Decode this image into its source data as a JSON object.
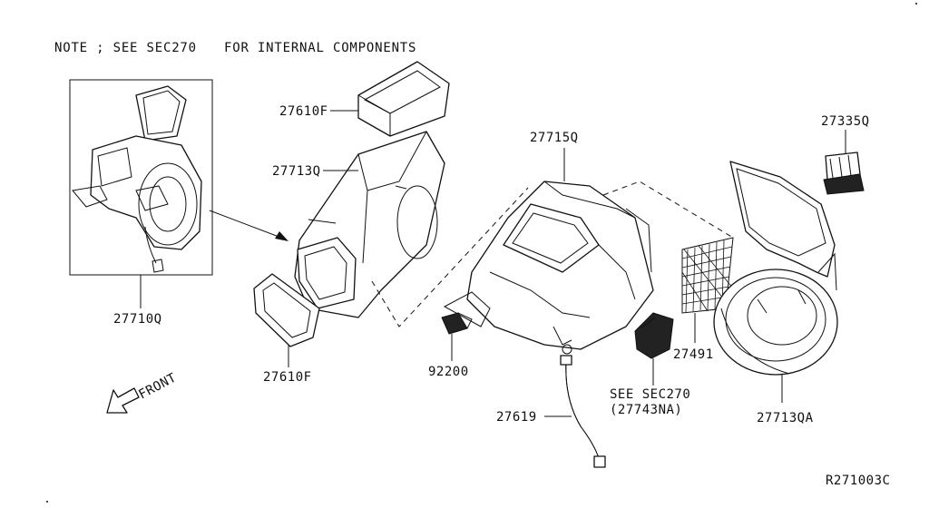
{
  "note": {
    "prefix": "NOTE ; SEE SEC270",
    "suffix": "FOR INTERNAL COMPONENTS"
  },
  "labels": {
    "p27710Q": "27710Q",
    "p27610F_top": "27610F",
    "p27713Q": "27713Q",
    "p27610F_bottom": "27610F",
    "p27715Q": "27715Q",
    "p92200": "92200",
    "p27619": "27619",
    "p27491": "27491",
    "p27335Q": "27335Q",
    "p27713QA": "27713QA",
    "see_sec_line1": "SEE SEC270",
    "see_sec_line2": "(27743NA)"
  },
  "front_label": "FRONT",
  "ref_code": "R271003C"
}
